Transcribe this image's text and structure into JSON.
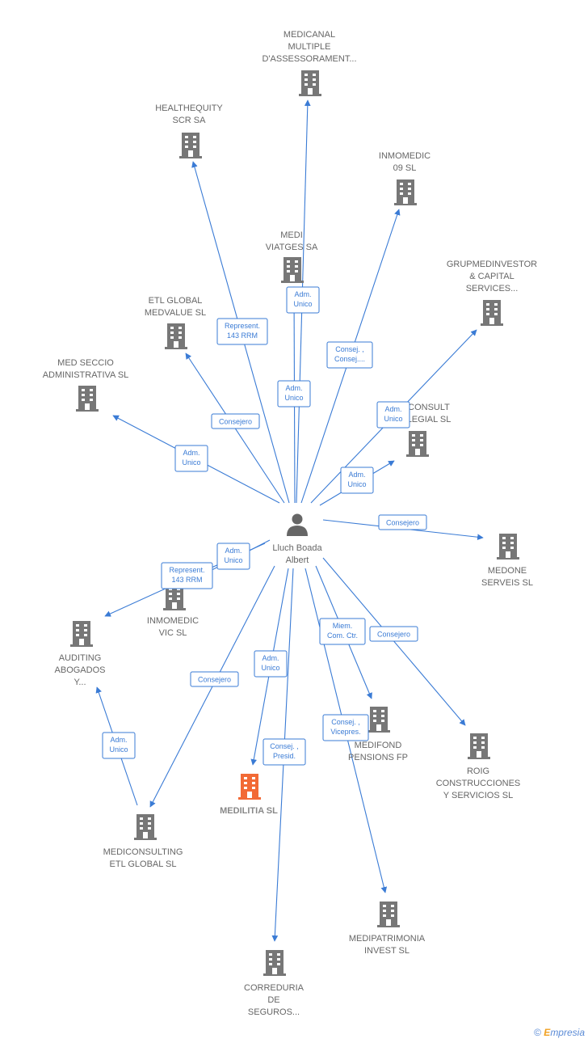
{
  "colors": {
    "edge": "#3a7bd5",
    "company": "#777777",
    "highlight": "#f26a36",
    "person": "#666666",
    "label": "#666666"
  },
  "center": {
    "name_lines": [
      "Lluch Boada",
      "Albert"
    ],
    "icon": "person-icon"
  },
  "companies": [
    {
      "id": "medicanal",
      "lines": [
        "MEDICANAL",
        "MULTIPLE",
        "D'ASSESSORAMENT..."
      ]
    },
    {
      "id": "healthequity",
      "lines": [
        "HEALTHEQUITY",
        "SCR SA"
      ]
    },
    {
      "id": "inmomedic09",
      "lines": [
        "INMOMEDIC",
        "09 SL"
      ]
    },
    {
      "id": "mediviatges",
      "lines": [
        "MEDI",
        "VIATGES SA"
      ]
    },
    {
      "id": "grupmedinvestor",
      "lines": [
        "GRUPMEDINVESTOR",
        "& CAPITAL",
        "SERVICES..."
      ]
    },
    {
      "id": "etlglobal",
      "lines": [
        "ETL GLOBAL",
        "MEDVALUE  SL"
      ]
    },
    {
      "id": "medseccio",
      "lines": [
        "MED SECCIO",
        "ADMINISTRATIVA SL"
      ]
    },
    {
      "id": "consultlegial",
      "lines": [
        "CONSULT",
        "LEGIAL  SL"
      ]
    },
    {
      "id": "medone",
      "lines": [
        "MEDONE",
        "SERVEIS SL"
      ]
    },
    {
      "id": "inmomedicvic",
      "lines": [
        "INMOMEDIC",
        "VIC SL"
      ]
    },
    {
      "id": "auditing",
      "lines": [
        "AUDITING",
        "ABOGADOS",
        "Y..."
      ]
    },
    {
      "id": "medifond",
      "lines": [
        "MEDIFOND",
        "PENSIONS FP"
      ]
    },
    {
      "id": "roig",
      "lines": [
        "ROIG",
        "CONSTRUCCIONES",
        "Y SERVICIOS SL"
      ]
    },
    {
      "id": "medilitia",
      "lines": [
        "MEDILITIA  SL"
      ],
      "highlight": true
    },
    {
      "id": "mediconsulting",
      "lines": [
        "MEDICONSULTING",
        "ETL GLOBAL  SL"
      ]
    },
    {
      "id": "medipatrimonia",
      "lines": [
        "MEDIPATRIMONIA",
        "INVEST SL"
      ]
    },
    {
      "id": "correduria",
      "lines": [
        "CORREDURIA",
        "DE",
        "SEGUROS..."
      ]
    }
  ],
  "edges": [
    {
      "to": "medicanal",
      "label": [
        "Adm.",
        "Unico"
      ]
    },
    {
      "to": "healthequity",
      "label": [
        "Represent.",
        "143 RRM"
      ]
    },
    {
      "to": "inmomedic09",
      "label": [
        "Consej. ,",
        "Consej...."
      ]
    },
    {
      "to": "mediviatges",
      "label": [
        "Adm.",
        "Unico"
      ]
    },
    {
      "to": "grupmedinvestor",
      "label": [
        "Adm.",
        "Unico"
      ]
    },
    {
      "to": "etlglobal",
      "label": [
        "Consejero"
      ]
    },
    {
      "to": "medseccio",
      "label": [
        "Adm.",
        "Unico"
      ]
    },
    {
      "to": "consultlegial",
      "label": [
        "Adm.",
        "Unico"
      ]
    },
    {
      "to": "medone",
      "label": [
        "Consejero"
      ]
    },
    {
      "to": "inmomedicvic",
      "label": [
        "Adm.",
        "Unico"
      ]
    },
    {
      "to": "auditing",
      "label": [
        "Represent.",
        "143 RRM"
      ]
    },
    {
      "to": "medifond",
      "label": [
        "Miem.",
        "Com. Ctr."
      ]
    },
    {
      "to": "roig",
      "label": [
        "Consejero"
      ]
    },
    {
      "to": "medilitia",
      "label": [
        "Adm.",
        "Unico"
      ]
    },
    {
      "to": "mediconsulting",
      "label": [
        "Consejero"
      ]
    },
    {
      "to": "medipatrimonia",
      "label": [
        "Consej. ,",
        "Vicepres."
      ]
    },
    {
      "to": "correduria",
      "label": [
        "Consej. ,",
        "Presid."
      ]
    },
    {
      "from": "mediconsulting",
      "to": "auditing",
      "label": [
        "Adm.",
        "Unico"
      ]
    }
  ],
  "footer": {
    "copyright": "©",
    "brand_first": "E",
    "brand_rest": "mpresia"
  }
}
